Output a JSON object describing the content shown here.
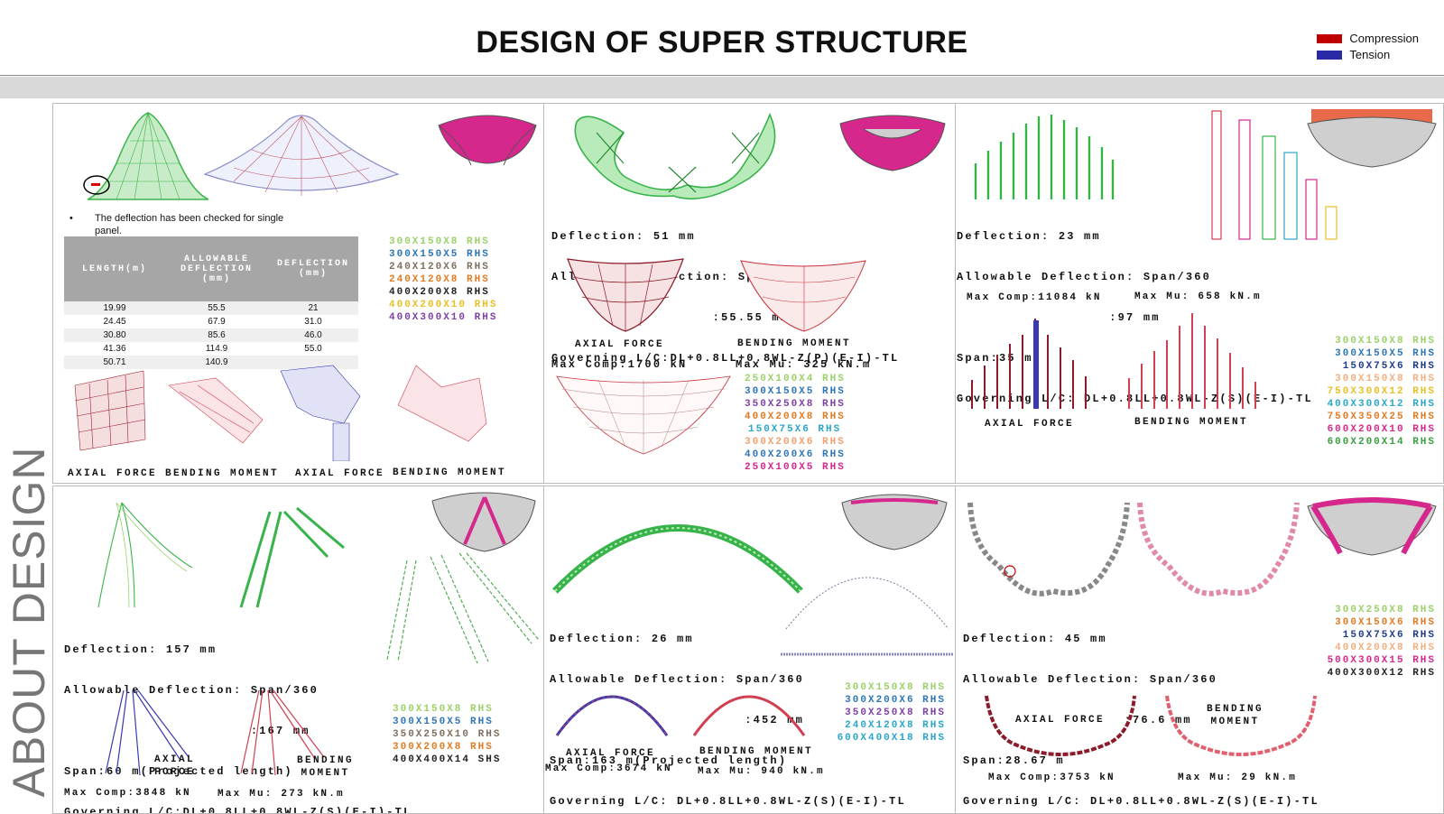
{
  "header": {
    "title": "DESIGN OF SUPER STRUCTURE"
  },
  "legend": [
    {
      "label": "Compression",
      "color": "#c00000"
    },
    {
      "label": "Tension",
      "color": "#2a2aa6"
    }
  ],
  "side_label": "ABOUT DESIGN",
  "colors": {
    "green": "#37b34a",
    "red": "#c8323c",
    "blue": "#3a3ab0",
    "magenta": "#d6278c",
    "grey": "#777777"
  },
  "panel1": {
    "bullet": "The deflection has been checked for single panel.",
    "table": {
      "headers": [
        "LENGTH(m)",
        "ALLOWABLE DEFLECTION (mm)",
        "DEFLECTION (mm)"
      ],
      "rows": [
        [
          "19.99",
          "55.5",
          "21"
        ],
        [
          "24.45",
          "67.9",
          "31.0"
        ],
        [
          "30.80",
          "85.6",
          "46.0"
        ],
        [
          "41.36",
          "114.9",
          "55.0"
        ],
        [
          "50.71",
          "140.9",
          ""
        ]
      ]
    },
    "sections": [
      {
        "text": "300X150X8 RHS",
        "color": "#9bd16a"
      },
      {
        "text": "300X150X5 RHS",
        "color": "#2e75b6"
      },
      {
        "text": "240X120X6 RHS",
        "color": "#7f6f5f"
      },
      {
        "text": "240X120X8 RHS",
        "color": "#e07b24"
      },
      {
        "text": "400X200X8 RHS",
        "color": "#222222"
      },
      {
        "text": "400X200X10 RHS",
        "color": "#e6c027"
      },
      {
        "text": "400X300X10 RHS",
        "color": "#7e3fa6"
      }
    ],
    "labels": [
      "AXIAL FORCE",
      "BENDING MOMENT",
      "AXIAL FORCE",
      "BENDING MOMENT"
    ]
  },
  "panel2": {
    "lines": [
      "Deflection: 51 mm",
      "Allowable Deflection: Span/360",
      "                   :55.55 mm",
      "Governing L/C:DL+0.8LL+0.8WL-Z(P)(E-I)-TL"
    ],
    "axial_label": "AXIAL FORCE",
    "bending_label": "BENDING MOMENT",
    "max_comp": "Max Comp:1700 kN",
    "max_mu": "Max Mu: 325 kN.m",
    "sections": [
      {
        "text": "250X100X4 RHS",
        "color": "#9bd16a"
      },
      {
        "text": "300X150X5 RHS",
        "color": "#2e75b6"
      },
      {
        "text": "350X250X8 RHS",
        "color": "#7e3fa6"
      },
      {
        "text": "400X200X8 RHS",
        "color": "#e07b24"
      },
      {
        "text": "150X75X6 RHS",
        "color": "#2aa6c8"
      },
      {
        "text": "300X200X6 RHS",
        "color": "#f0a070"
      },
      {
        "text": "400X200X6 RHS",
        "color": "#2e75b6"
      },
      {
        "text": "250X100X5 RHS",
        "color": "#d6278c"
      }
    ]
  },
  "panel3": {
    "lines": [
      "Deflection: 23 mm",
      "Allowable Deflection: Span/360",
      "                  :97 mm",
      "Span:35 m",
      "Governing L/C: DL+0.8LL+0.8WL-Z(S)(E-I)-TL"
    ],
    "max_comp": "Max Comp:11084 kN",
    "max_mu": "Max Mu: 658 kN.m",
    "axial_label": "AXIAL FORCE",
    "bending_label": "BENDING MOMENT",
    "sections": [
      {
        "text": "300X150X8 RHS",
        "color": "#9bd16a"
      },
      {
        "text": "300X150X5 RHS",
        "color": "#2e75b6"
      },
      {
        "text": "150X75X6 RHS",
        "color": "#1f3c88"
      },
      {
        "text": "300X150X8 RHS",
        "color": "#f0b080"
      },
      {
        "text": "750X300X12 RHS",
        "color": "#e6c027"
      },
      {
        "text": "400X300X12 RHS",
        "color": "#2aa6c8"
      },
      {
        "text": "750X350X25 RHS",
        "color": "#e07b24"
      },
      {
        "text": "600X200X10 RHS",
        "color": "#d6278c"
      },
      {
        "text": "600X200X14 RHS",
        "color": "#37a040"
      }
    ]
  },
  "panel4": {
    "lines": [
      "Deflection: 157 mm",
      "Allowable Deflection: Span/360",
      "                      :167 mm",
      "Span:60 m(Projected length)",
      "Governing L/C:DL+0.8LL+0.8WL-Z(S)(E-I)-TL"
    ],
    "axial_label": "AXIAL\nFORCE",
    "bending_label": "BENDING\nMOMENT",
    "max_comp": "Max Comp:3848 kN",
    "max_mu": "Max Mu: 273 kN.m",
    "sections": [
      {
        "text": "300X150X8 RHS",
        "color": "#9bd16a"
      },
      {
        "text": "300X150X5 RHS",
        "color": "#2e75b6"
      },
      {
        "text": "350X250X10 RHS",
        "color": "#7f6f5f"
      },
      {
        "text": "300X200X8 RHS",
        "color": "#e07b24"
      },
      {
        "text": "400X400X14 SHS",
        "color": "#222222"
      }
    ]
  },
  "panel5": {
    "lines": [
      "Deflection: 26 mm",
      "Allowable Deflection: Span/360",
      "                       :452 mm",
      "Span:163 m(Projected length)",
      "Governing L/C: DL+0.8LL+0.8WL-Z(S)(E-I)-TL"
    ],
    "axial_label": "AXIAL FORCE",
    "bending_label": "BENDING MOMENT",
    "max_comp": "Max Comp:3674 kN",
    "max_mu": "Max Mu: 940 kN.m",
    "sections": [
      {
        "text": "300X150X8 RHS",
        "color": "#9bd16a"
      },
      {
        "text": "300X200X6 RHS",
        "color": "#2e75b6"
      },
      {
        "text": "350X250X8 RHS",
        "color": "#7e3fa6"
      },
      {
        "text": "240X120X8 RHS",
        "color": "#2aa6c8"
      },
      {
        "text": "600X400X18 RHS",
        "color": "#2aa6c8"
      }
    ]
  },
  "panel6": {
    "lines": [
      "Deflection: 45 mm",
      "Allowable Deflection: Span/360",
      "                   :76.6 mm",
      "Span:28.67 m",
      "Governing L/C: DL+0.8LL+0.8WL-Z(S)(E-I)-TL"
    ],
    "axial_label": "AXIAL FORCE",
    "bending_label": "BENDING\nMOMENT",
    "max_comp": "Max Comp:3753 kN",
    "max_mu": "Max Mu: 29 kN.m",
    "sections": [
      {
        "text": "300X250X8 RHS",
        "color": "#9bd16a"
      },
      {
        "text": "300X150X6 RHS",
        "color": "#e07b24"
      },
      {
        "text": "150X75X6 RHS",
        "color": "#1f3c88"
      },
      {
        "text": "400X200X8 RHS",
        "color": "#f0b080"
      },
      {
        "text": "500X300X15 RHS",
        "color": "#d6278c"
      },
      {
        "text": "400X300X12 RHS",
        "color": "#222222"
      }
    ]
  }
}
